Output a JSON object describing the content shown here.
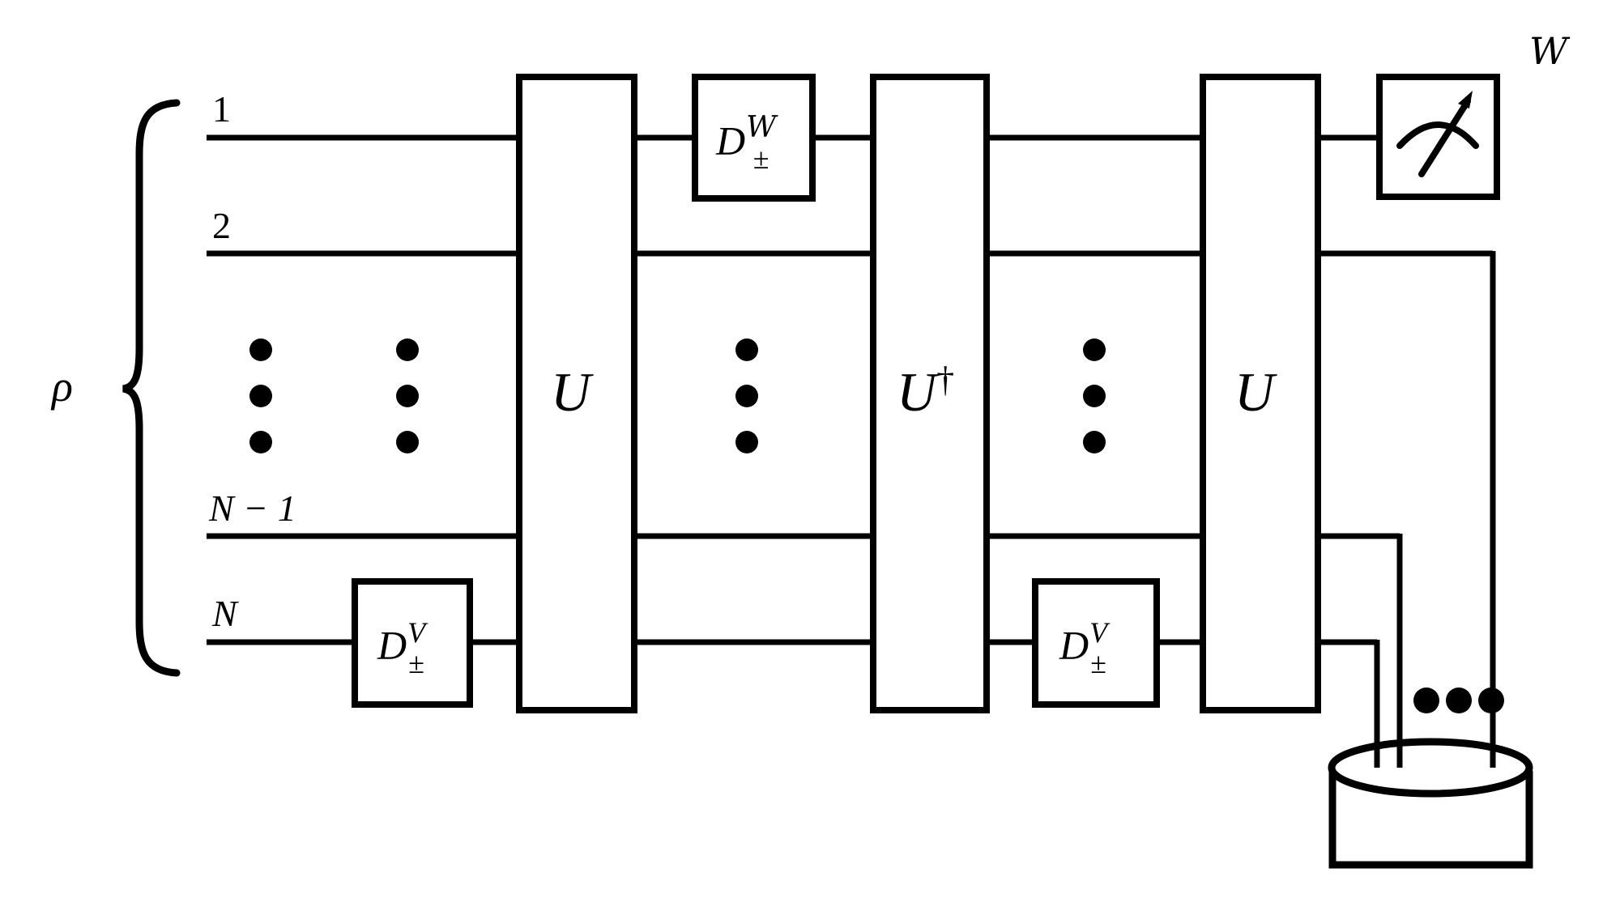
{
  "figure": {
    "kind": "quantum-circuit-diagram",
    "title": "",
    "background_color": "#ffffff",
    "line_color": "#000000"
  },
  "input_state": {
    "label": "ρ",
    "brace": "{"
  },
  "wires": [
    {
      "id": "w1",
      "label": "1"
    },
    {
      "id": "w2",
      "label": "2"
    },
    {
      "id": "wN1",
      "label": "N − 1"
    },
    {
      "id": "wN",
      "label": "N"
    }
  ],
  "gates": [
    {
      "id": "d-v-1",
      "kind": "box-gate",
      "base": "D",
      "superscript": "V",
      "subscript": "±",
      "on_wire": "N"
    },
    {
      "id": "u-1",
      "kind": "multi-wire-gate",
      "label": "U",
      "dagger": false
    },
    {
      "id": "d-w-1",
      "kind": "box-gate",
      "base": "D",
      "superscript": "𝒲",
      "superscript_plain": "W",
      "subscript": "±",
      "on_wire": "1"
    },
    {
      "id": "u-dagger",
      "kind": "multi-wire-gate",
      "label": "U",
      "dagger": true,
      "dagger_symbol": "†"
    },
    {
      "id": "d-v-2",
      "kind": "box-gate",
      "base": "D",
      "superscript": "V",
      "subscript": "±",
      "on_wire": "N"
    },
    {
      "id": "u-2",
      "kind": "multi-wire-gate",
      "label": "U",
      "dagger": false
    },
    {
      "id": "meter",
      "kind": "measurement",
      "icon": "meter-icon",
      "output_label": "𝒲",
      "output_label_plain": "W",
      "on_wire": "1"
    },
    {
      "id": "trace-out",
      "kind": "trash-can",
      "icon": "trash-can-icon",
      "label": ""
    }
  ],
  "ellipses": [
    {
      "id": "vdots-1",
      "orientation": "vertical",
      "count": 3
    },
    {
      "id": "vdots-2",
      "orientation": "vertical",
      "count": 3
    },
    {
      "id": "vdots-3",
      "orientation": "vertical",
      "count": 3
    },
    {
      "id": "vdots-4",
      "orientation": "vertical",
      "count": 3
    },
    {
      "id": "hdots-1",
      "orientation": "horizontal",
      "count": 3
    }
  ]
}
